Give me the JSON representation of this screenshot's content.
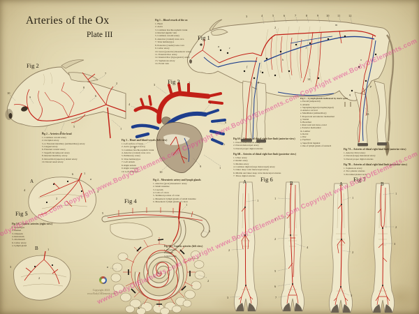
{
  "poster": {
    "title": "Arteries of the Ox",
    "subtitle": "Plate III",
    "watermark_text": "www.BodyOfElements.com Copyright www.BodyOfElements.com Copyright www.BodyOfElements.com Copyright www.BodyOfElements.com",
    "footer": {
      "line1": "Copyright 2023",
      "line2": "www.BodyOfElements.com"
    },
    "colors": {
      "artery_red": "#c22017",
      "vein_blue": "#1e3e8c",
      "paper": "#e7deba",
      "watermark_pink": "#e33e94",
      "ink": "#3a301c"
    }
  },
  "fig_labels": {
    "fig1": "Fig 1",
    "fig2": "Fig 2",
    "fig3": "Fig 3",
    "fig4": "Fig 4",
    "fig5": "Fig 5",
    "fig6": "Fig 6",
    "fig7": "Fig 7",
    "view_a": "A",
    "view_b": "B"
  },
  "legends": {
    "fig1": {
      "title": "Fig 1 – Blood vessels of the ox",
      "items": [
        "1. Heart",
        "2. Aorta",
        "3. Common brachiocephalic trunk",
        "4. Internal jugular vein",
        "5. Common carotid artery",
        "6. Anterior (cranial) vena cava",
        "7. Vena hemiazygos",
        "8. Posterior (caudal) vena cava",
        "9. Celiac artery",
        "10. Great (posterior) mesenteric artery",
        "11. External iliac artery",
        "12. Internal iliac (hypogastric) artery",
        "13. Saphenous artery",
        "14. Portal vein"
      ]
    },
    "fig2": {
      "title": "Fig 2 – Arteries of the head",
      "items": [
        "1. Common carotid artery",
        "2. Occipital artery",
        "3, 4. External maxillary (submaxillary) artery",
        "5. Lingual artery",
        "6. External carotid artery",
        "7. Superficial temporal artery",
        "8. Internal maxillary artery",
        "9. Intraorbital (superior) dental artery",
        "10. Dorsal nasal artery"
      ]
    },
    "fig3": {
      "title": "Fig 3 – Heart and blood vessels (left view)",
      "items": [
        "1. Left surface of heart",
        "2. Aorta (posterior aorta)",
        "3. Common brachiocephalic trunk",
        "4. Anterior (cranial) vena cava",
        "5. Pulmonary artery",
        "6. Vena hemiazygos",
        "7. Left atrium",
        "8. Right atrium",
        "9. Right ventricle",
        "10. Left ventricle"
      ]
    },
    "lymph": {
      "title": "Fig 1 – Lymph glands indicated by dark spots",
      "items": [
        "a. Parotid (subparotid)",
        "b. Atlantal",
        "c. Suprapharyngeal (retropharyngeal)",
        "d. Anterior cervical",
        "e. Mandibular (submaxillary)",
        "f. Prepectoral and anterior mediastinal",
        "g. Sternal",
        "h. Bronchial",
        "i. Intercostal and dorso-costal",
        "j. Posterior mediastinal",
        "m. Lumbar",
        "n. Rectal",
        "o. Iliac",
        "p. Popliteal",
        "q. Superficial inguinal",
        "r. One of lymph glands of stomach"
      ]
    },
    "fig4": {
      "title": "Fig 4 – Mesenteric artery and lymph glands",
      "items": [
        "1. Anterior (great) mesenteric artery",
        "2. Small intestine",
        "3. Caecum",
        "4. Coils of colon",
        "5. Terminal portion of colon",
        "a. Mesenteric lymph glands of small intestine",
        "b. Mesenteric lymph glands of colon"
      ]
    },
    "fig5a": {
      "title": "Fig 5A – Gastric arteries (right view)",
      "items": [
        "1. Esophagus",
        "2. Rumen",
        "3. Omasum",
        "4. Reticulum",
        "5. Abomasum",
        "6. Celiac artery",
        "a. Lymph gland"
      ]
    },
    "fig5b": {
      "title": "Fig 5B – Gastric arteries (left view)",
      "items": [
        "1. Esophagus",
        "2. Rumen",
        "3. Reticulum"
      ]
    },
    "fig6a": {
      "title": "Fig 6A – Arteries of distal right fore limb (anterior view)",
      "items": [
        "1. Dorsal interosseous artery",
        "2. Dorsal metacarpal artery",
        "3. Dorsal proper digital arteries"
      ]
    },
    "fig6b": {
      "title": "Fig 6B – Arteries of distal right fore limb (posterior view)",
      "items": [
        "1. Ulnar artery",
        "2. Radial artery",
        "3. Median artery",
        "4. Common digital (large metacarpal) artery",
        "5. Outer deep volar metacarpal artery",
        "6. Middle and inner deep volar metacarpal arteries",
        "7. Three digital arteries"
      ]
    },
    "fig7a": {
      "title": "Fig 7A – Arteries of distal right hind limb (anterior view)",
      "items": [
        "1. Anterior tibial artery",
        "2. Dorsal (large) metatarsal artery",
        "3. Dorsal proper digital arteries"
      ]
    },
    "fig7b": {
      "title": "Fig 7B – Arteries of distal right hind limb (posterior view)",
      "items": [
        "1. Saphenous artery",
        "2. Two plantar arteries",
        "3. Proximal plantar arch"
      ]
    }
  },
  "callouts": {
    "fig1": [
      "1",
      "2",
      "3",
      "4",
      "5",
      "6",
      "7",
      "8",
      "9",
      "10",
      "11",
      "12",
      "13",
      "14"
    ],
    "fig1_lymph": [
      "a",
      "c",
      "f",
      "g",
      "h",
      "j",
      "m",
      "o",
      "p",
      "q"
    ],
    "fig2": [
      "1",
      "2",
      "3",
      "4",
      "5",
      "6",
      "7",
      "8",
      "9",
      "10"
    ],
    "fig3": [
      "1",
      "2",
      "3",
      "4",
      "5",
      "6",
      "7",
      "8",
      "9",
      "10"
    ],
    "fig4": [
      "1",
      "2",
      "3",
      "4",
      "5",
      "a",
      "b"
    ],
    "fig5a": [
      "1",
      "2",
      "3",
      "4",
      "5",
      "6",
      "a"
    ],
    "fig5b": [
      "1",
      "2",
      "3"
    ],
    "fig6a": [
      "1",
      "2",
      "3"
    ],
    "fig6b": [
      "1",
      "2",
      "3",
      "4",
      "5",
      "6",
      "7"
    ],
    "fig7a": [
      "1",
      "2",
      "3"
    ],
    "fig7b": [
      "1",
      "2",
      "3"
    ]
  }
}
